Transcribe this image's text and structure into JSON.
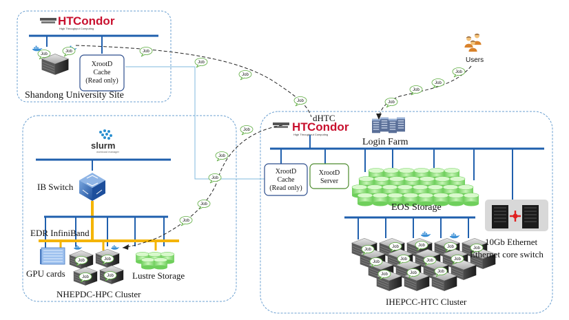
{
  "sites": {
    "shandong": {
      "label": "Shandong University Site"
    },
    "nhepdc": {
      "label": "NHEPDC-HPC Cluster"
    },
    "ihepcc": {
      "label": "IHEPCC-HTC Cluster"
    }
  },
  "logos": {
    "htcondor": {
      "text_ht": "HT",
      "text_condor": "Condor",
      "tagline": "High Throughput Computing"
    },
    "slurm": {
      "text": "slurm",
      "tagline": "workload manager"
    }
  },
  "labels": {
    "dhtc": "dHTC",
    "users": "Users",
    "login_farm": "Login Farm",
    "ib_switch": "IB Switch",
    "edr_infiniband": "EDR InfiniBand",
    "gpu_cards": "GPU cards",
    "lustre_storage": "Lustre Storage",
    "eos_storage": "EOS Storage",
    "ethernet_line1": "10Gb Ethernet",
    "ethernet_line2": "Ethernet core switch",
    "job": "Job"
  },
  "xrootd_boxes": [
    {
      "line1": "XrootD",
      "line2": "Cache",
      "line3": "(Read only)"
    },
    {
      "line1": "XrootD",
      "line2": "Cache",
      "line3": "(Read only)"
    },
    {
      "line1": "XrootD",
      "line2": "Server",
      "line3": ""
    }
  ],
  "colors": {
    "frame": "#6a9fd0",
    "bus": "#1f5fad",
    "infiniband": "#f4b400",
    "xrootd_cache": "#2b4c8c",
    "xrootd_server": "#4b8a2c",
    "storage": "#8fdc7a",
    "condor_red": "#c8102e"
  }
}
